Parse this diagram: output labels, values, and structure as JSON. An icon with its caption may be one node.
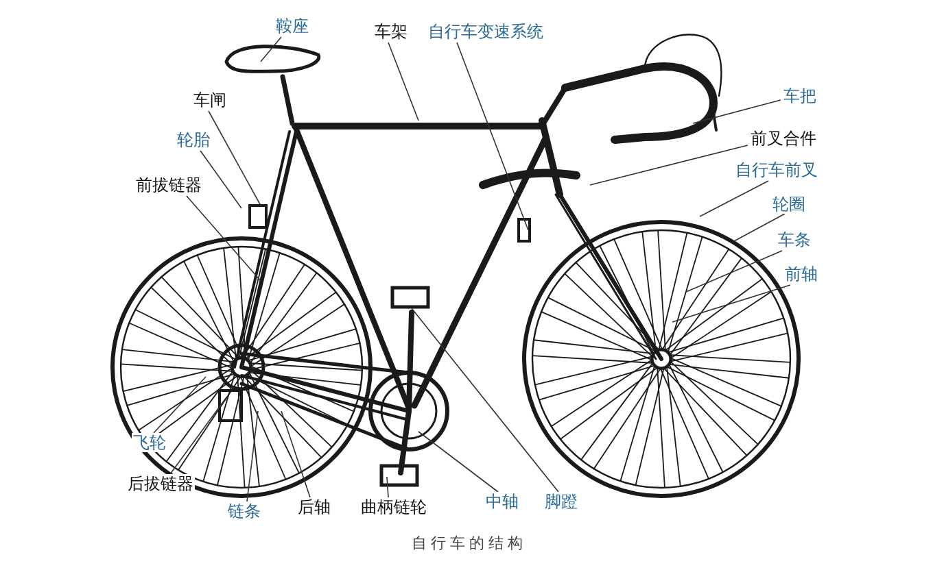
{
  "diagram": {
    "caption": "自行车的结构",
    "nodes": [
      {
        "text": [
          "鞍座"
        ]
      },
      {
        "text": [
          "车架"
        ]
      },
      {
        "text": [
          "自行车变速系统"
        ]
      },
      {
        "text": [
          "车闸"
        ]
      },
      {
        "text": [
          "轮胎"
        ]
      },
      {
        "text": [
          "前拔链器"
        ]
      },
      {
        "text": [
          "车把"
        ]
      },
      {
        "text": [
          "前叉合件"
        ]
      },
      {
        "text": [
          "自行车前叉"
        ]
      },
      {
        "text": [
          "轮圈"
        ]
      },
      {
        "text": [
          "车条"
        ]
      },
      {
        "text": [
          "前轴"
        ]
      },
      {
        "text": [
          "飞轮"
        ]
      },
      {
        "text": [
          "后拔链器"
        ]
      },
      {
        "text": [
          "链条"
        ]
      },
      {
        "text": [
          "后轴"
        ]
      },
      {
        "text": [
          "曲柄链轮"
        ]
      },
      {
        "text": [
          "中轴"
        ]
      },
      {
        "text": [
          "脚蹬"
        ]
      }
    ],
    "edges": [
      {
        "from": 0,
        "to": null,
        "arrow": "none"
      },
      {
        "from": 1,
        "to": null,
        "arrow": "none"
      },
      {
        "from": 2,
        "to": null,
        "arrow": "none"
      },
      {
        "from": 3,
        "to": null,
        "arrow": "none"
      },
      {
        "from": 4,
        "to": null,
        "arrow": "none"
      },
      {
        "from": 5,
        "to": null,
        "arrow": "none"
      },
      {
        "from": 6,
        "to": null,
        "arrow": "none"
      },
      {
        "from": 7,
        "to": null,
        "arrow": "none"
      },
      {
        "from": 8,
        "to": null,
        "arrow": "none"
      },
      {
        "from": 9,
        "to": null,
        "arrow": "none"
      },
      {
        "from": 10,
        "to": null,
        "arrow": "none"
      },
      {
        "from": 11,
        "to": null,
        "arrow": "none"
      },
      {
        "from": 12,
        "to": null,
        "arrow": "none"
      },
      {
        "from": 13,
        "to": null,
        "arrow": "none"
      },
      {
        "from": 14,
        "to": null,
        "arrow": "none"
      },
      {
        "from": 15,
        "to": null,
        "arrow": "none"
      },
      {
        "from": 16,
        "to": null,
        "arrow": "none"
      },
      {
        "from": 17,
        "to": null,
        "arrow": "none"
      },
      {
        "from": 18,
        "to": null,
        "arrow": "none"
      }
    ]
  }
}
